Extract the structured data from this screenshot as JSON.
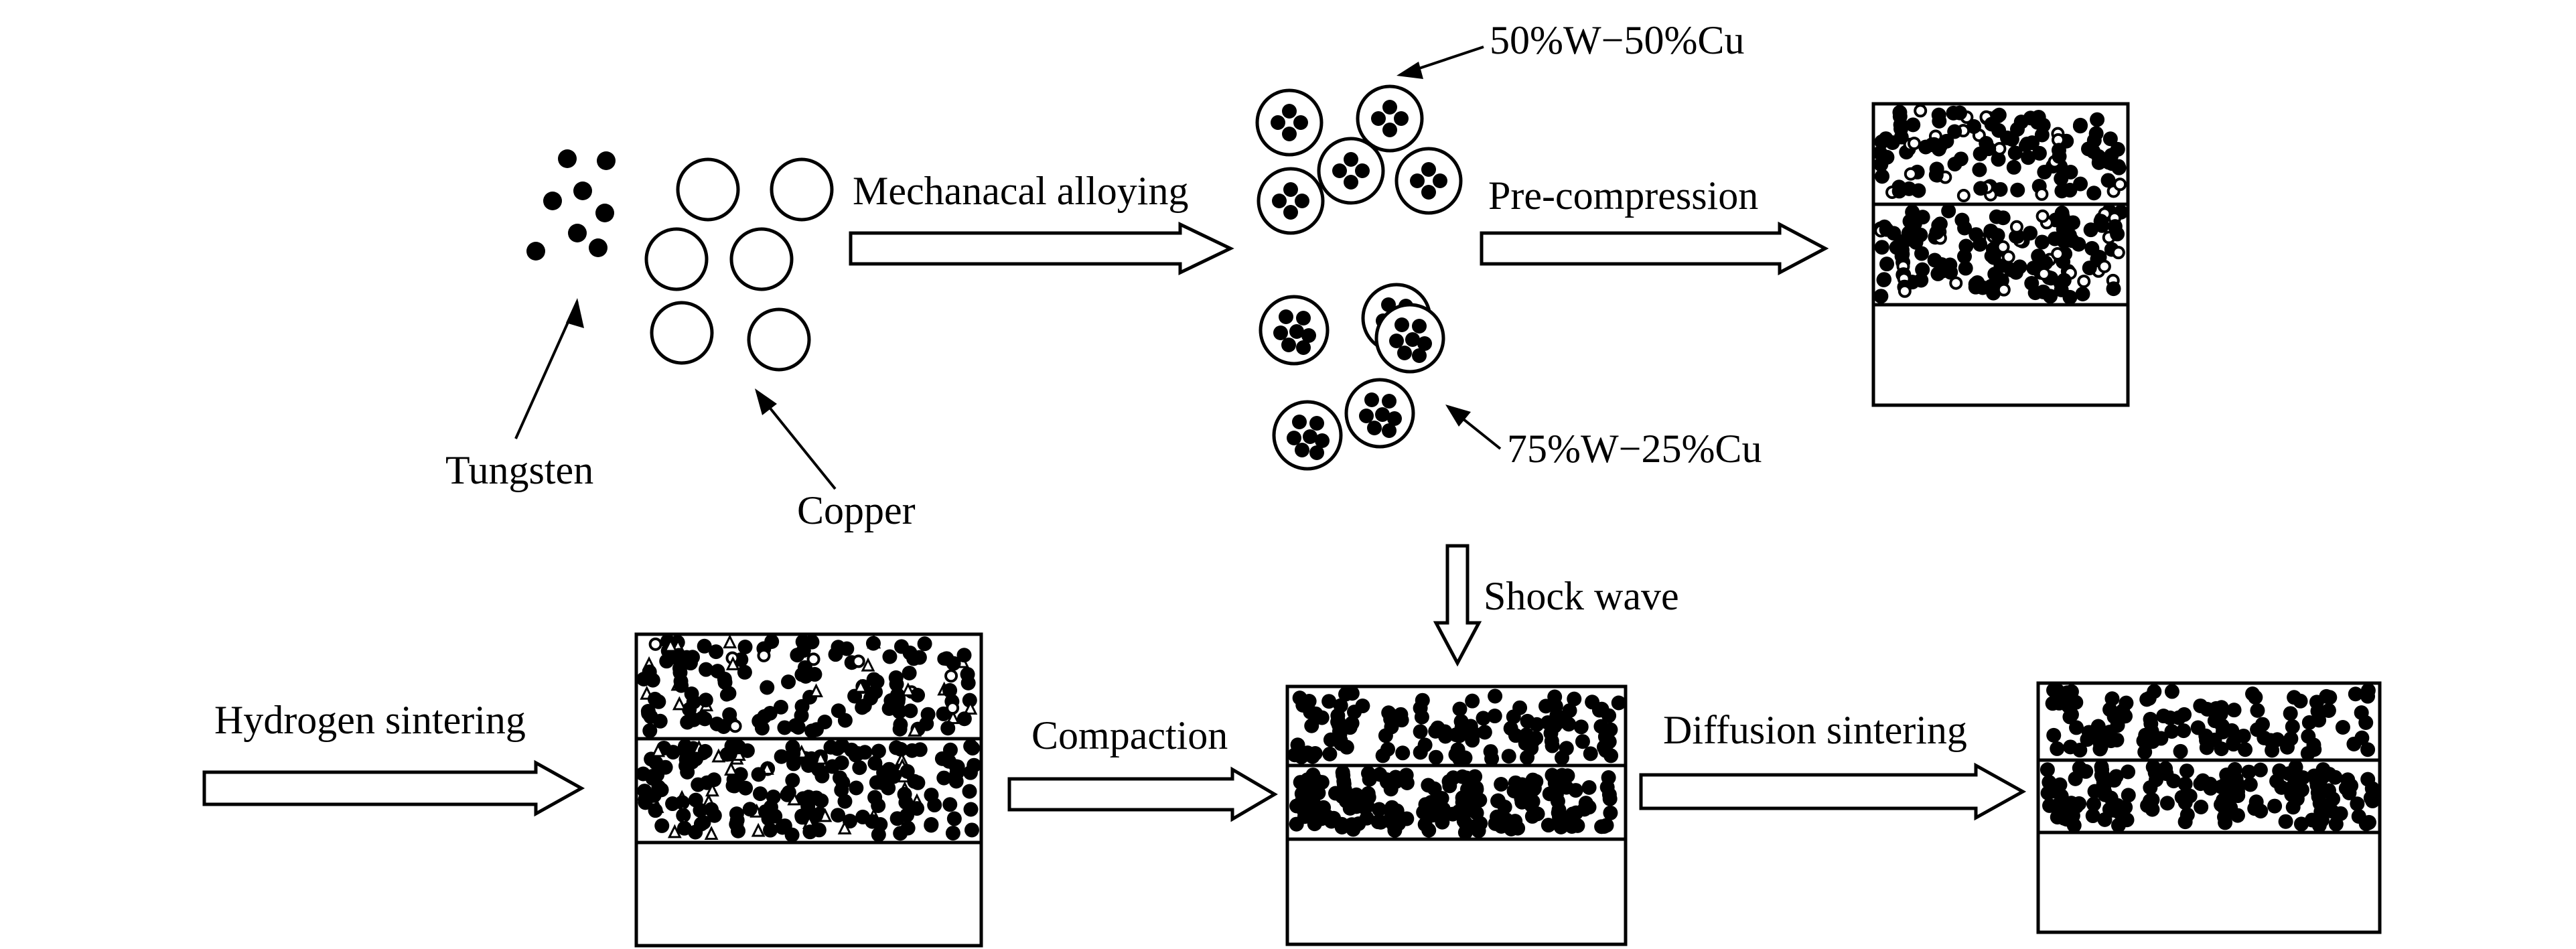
{
  "labels": {
    "tungsten": "Tungsten",
    "copper": "Copper",
    "mechanical_alloying": "Mechanacal alloying",
    "powder_50": "50%W−50%Cu",
    "powder_75": "75%W−25%Cu",
    "pre_compression": "Pre-compression",
    "shock_wave": "Shock wave",
    "hydrogen_sintering": "Hydrogen sintering",
    "compaction": "Compaction",
    "diffusion_sintering": "Diffusion sintering"
  }
}
